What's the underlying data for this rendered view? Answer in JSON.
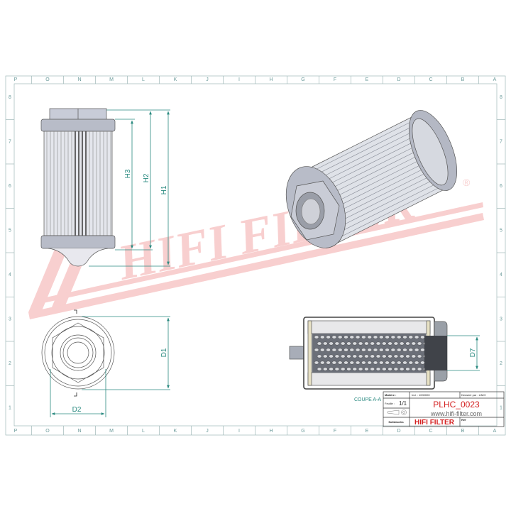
{
  "sheet": {
    "column_letters": [
      "P",
      "O",
      "N",
      "M",
      "L",
      "K",
      "J",
      "I",
      "H",
      "G",
      "F",
      "E",
      "D",
      "C",
      "B",
      "A"
    ],
    "row_numbers": [
      "8",
      "7",
      "6",
      "5",
      "4",
      "3",
      "2",
      "1"
    ]
  },
  "watermark": {
    "text": "HIFI FILTER",
    "registered": "®",
    "color": "#f4b4b4"
  },
  "dimensions": {
    "h1": "H1",
    "h2": "H2",
    "h3": "H3",
    "d1": "D1",
    "d2": "D2",
    "d7": "D7"
  },
  "section_label": "COUPE A-A",
  "title_block": {
    "material_label": "Matière :",
    "rev_label": "Ind. : 1000000",
    "drawn_by": "Dessiné par : LIMO",
    "sheet_label": "Feuille :",
    "sheet_value": "1/1",
    "part_number": "PLHC_0023",
    "website": "www.hifi-filter.com",
    "software": "Solidworks",
    "brand": "HIFI FILTER",
    "ref_label": "Réf",
    "accent_color": "#d42020"
  }
}
